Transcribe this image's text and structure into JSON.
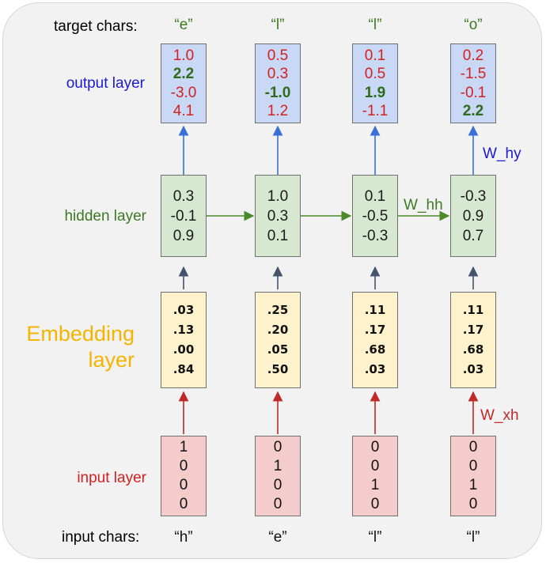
{
  "labels": {
    "target_chars": "target chars:",
    "output_layer": "output layer",
    "hidden_layer": "hidden layer",
    "embedding_line1": "Embedding",
    "embedding_line2": "layer",
    "input_layer": "input layer",
    "input_chars": "input chars:"
  },
  "weights": {
    "hy": "W_hy",
    "hh": "W_hh",
    "xh": "W_xh"
  },
  "columns": [
    {
      "target_char": "“e”",
      "input_char": "“h”",
      "output": [
        "1.0",
        "2.2",
        "-3.0",
        "4.1"
      ],
      "output_highlight": 1,
      "hidden": [
        "0.3",
        "-0.1",
        "0.9"
      ],
      "embedding": [
        ".03",
        ".13",
        ".00",
        ".84"
      ],
      "input": [
        "1",
        "0",
        "0",
        "0"
      ]
    },
    {
      "target_char": "“l”",
      "input_char": "“e”",
      "output": [
        "0.5",
        "0.3",
        "-1.0",
        "1.2"
      ],
      "output_highlight": 2,
      "hidden": [
        "1.0",
        "0.3",
        "0.1"
      ],
      "embedding": [
        ".25",
        ".20",
        ".05",
        ".50"
      ],
      "input": [
        "0",
        "1",
        "0",
        "0"
      ]
    },
    {
      "target_char": "“l”",
      "input_char": "“l”",
      "output": [
        "0.1",
        "0.5",
        "1.9",
        "-1.1"
      ],
      "output_highlight": 2,
      "hidden": [
        "0.1",
        "-0.5",
        "-0.3"
      ],
      "embedding": [
        ".11",
        ".17",
        ".68",
        ".03"
      ],
      "input": [
        "0",
        "0",
        "1",
        "0"
      ]
    },
    {
      "target_char": "“o”",
      "input_char": "“l”",
      "output": [
        "0.2",
        "-1.5",
        "-0.1",
        "2.2"
      ],
      "output_highlight": 3,
      "hidden": [
        "-0.3",
        "0.9",
        "0.7"
      ],
      "embedding": [
        ".11",
        ".17",
        ".68",
        ".03"
      ],
      "input": [
        "0",
        "0",
        "1",
        "0"
      ]
    }
  ],
  "colors": {
    "output_arrow": "#3b6fd8",
    "hidden_arrow": "#44546a",
    "recurrent_arrow": "#4a8a2a",
    "input_arrow": "#c0282a",
    "embedding_title": "#f4b400"
  }
}
